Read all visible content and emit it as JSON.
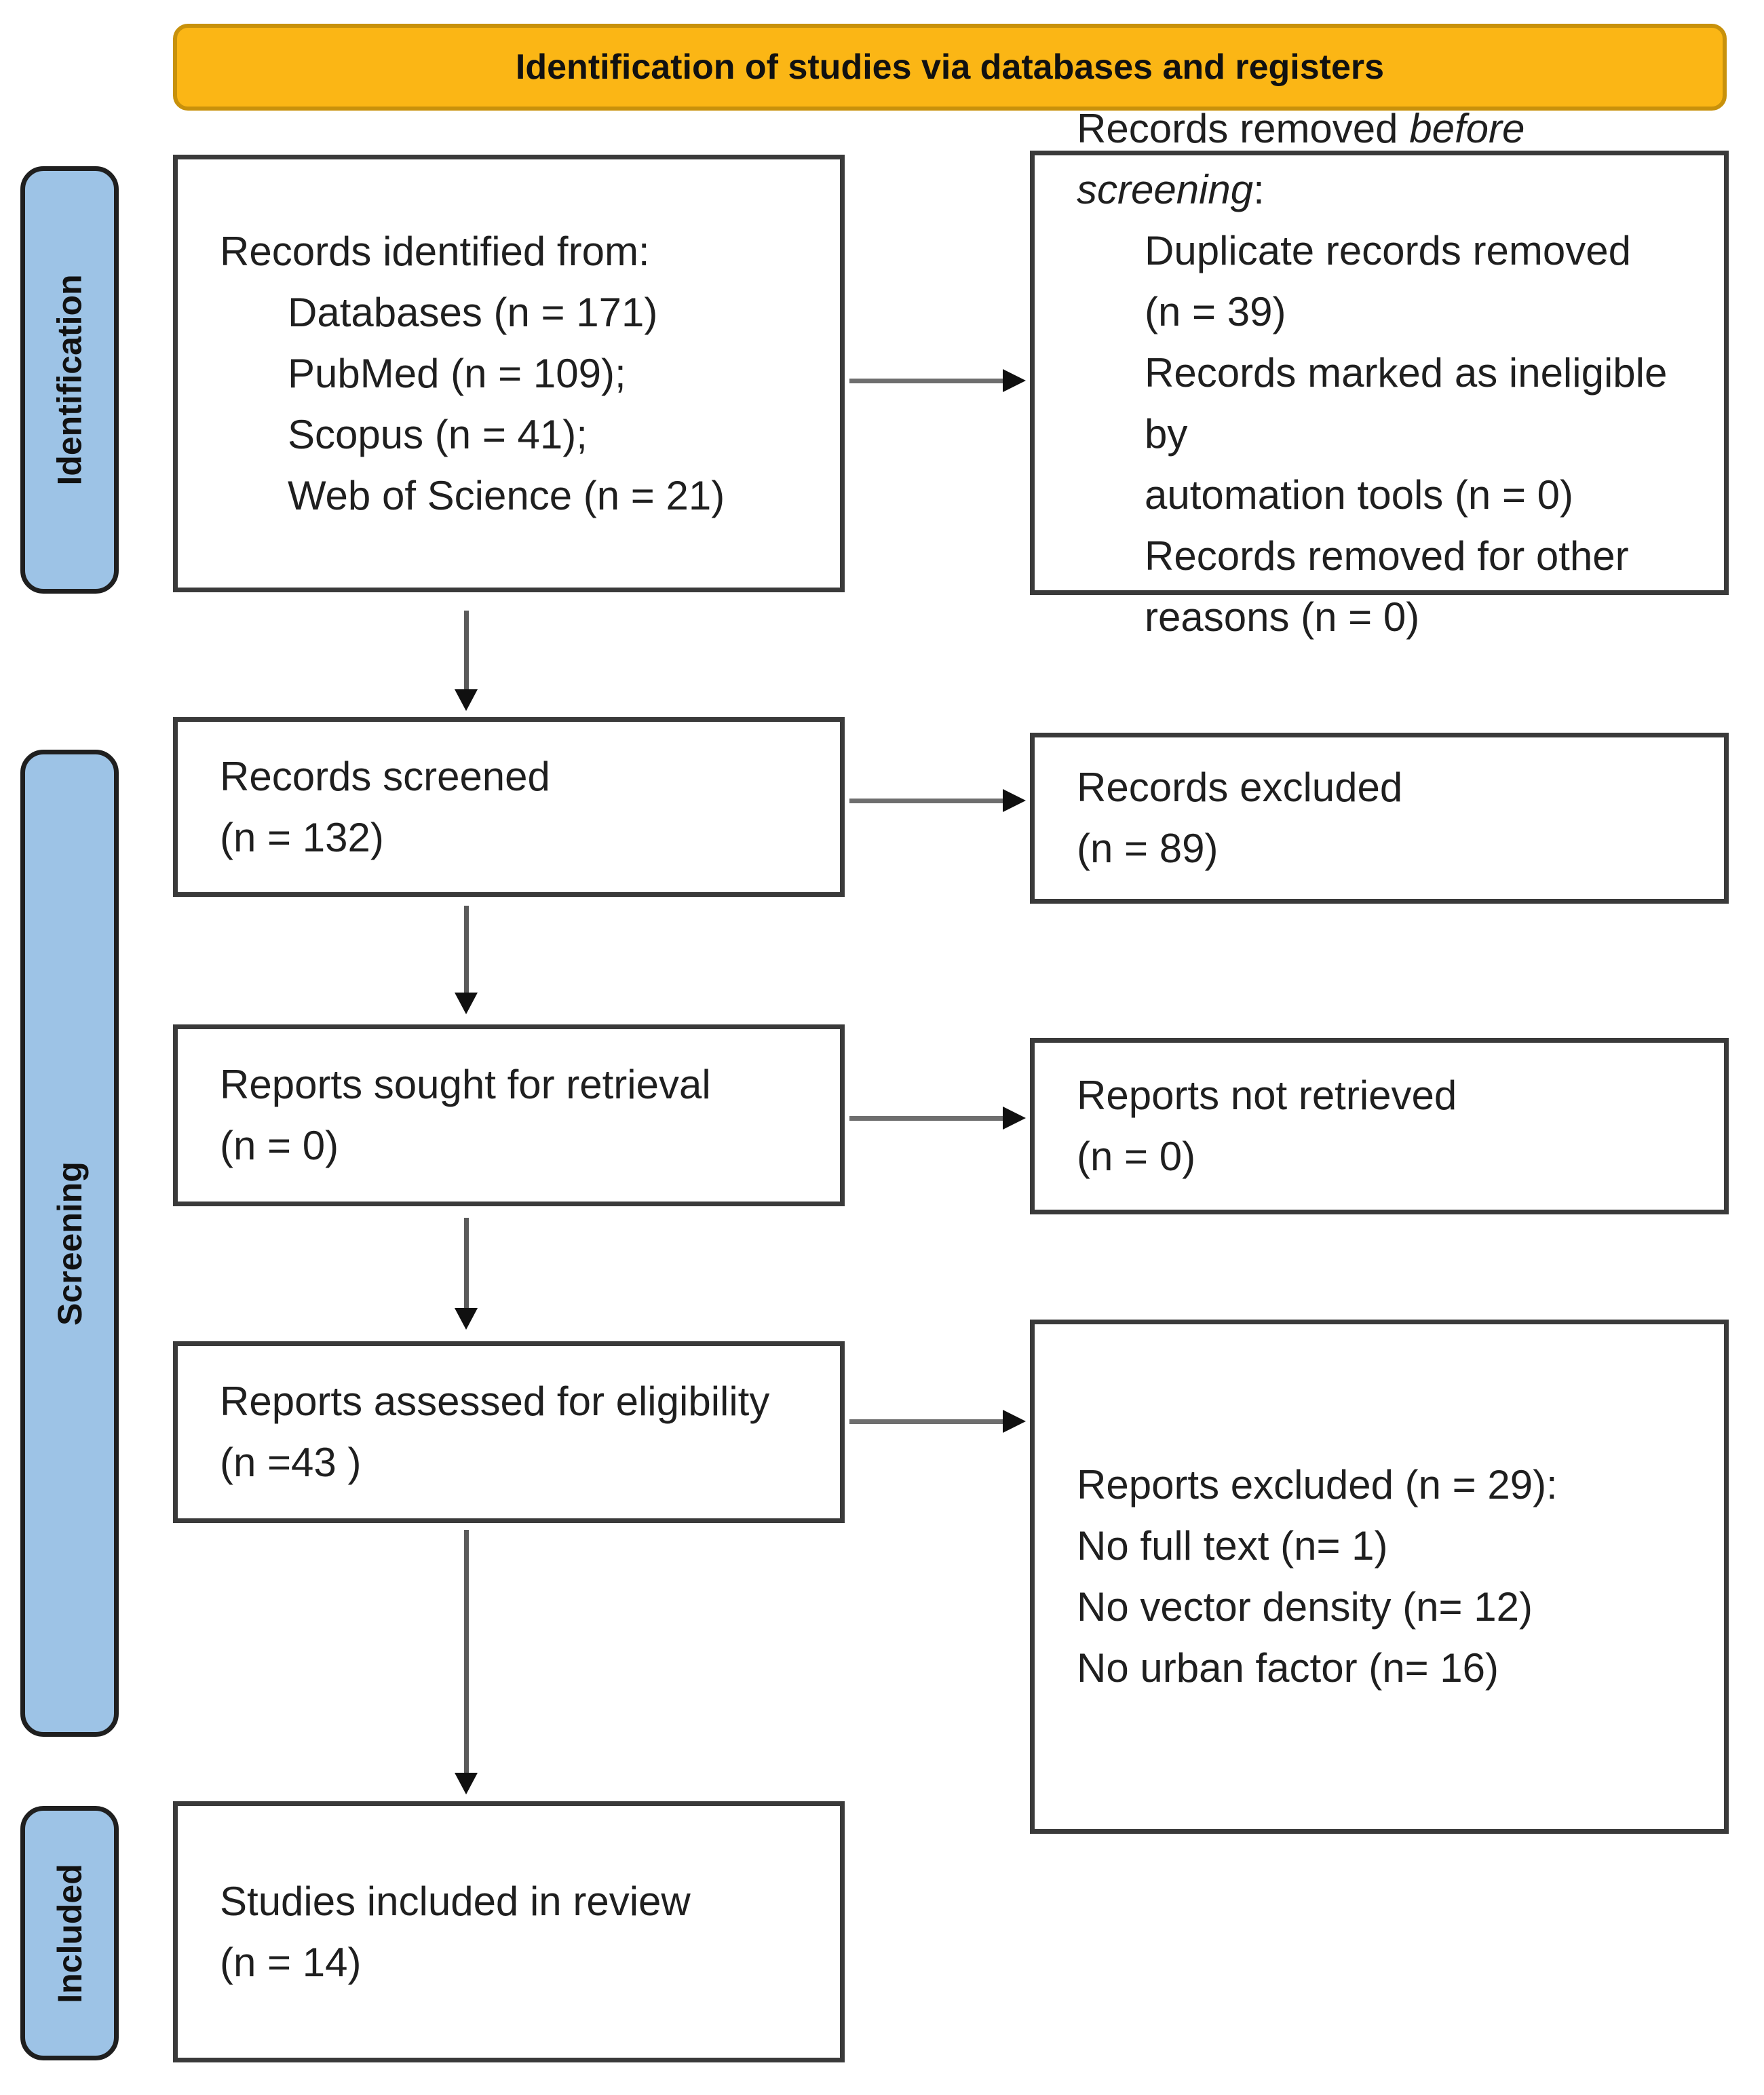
{
  "header": {
    "title": "Identification of studies via databases and registers"
  },
  "colors": {
    "header_fill": "#FBB615",
    "header_border": "#C8910B",
    "stage_fill": "#9DC3E6",
    "box_border": "#3a3a3a",
    "arrow_shaft": "#6e6e6e",
    "arrow_head": "#101010",
    "text": "#1f1f1f"
  },
  "stages": {
    "identification": "Identification",
    "screening": "Screening",
    "included": "Included"
  },
  "boxes": {
    "records_identified": {
      "lines": [
        {
          "text": "Records identified from:"
        },
        {
          "text": "Databases (n = 171)"
        },
        {
          "text": "PubMed (n = 109);"
        },
        {
          "text": "Scopus (n = 41);"
        },
        {
          "text": "Web of Science (n = 21)"
        }
      ]
    },
    "records_removed": {
      "title_prefix": "Records removed ",
      "title_italic": "before screening",
      "title_suffix": ":",
      "lines": [
        {
          "text": "Duplicate records removed"
        },
        {
          "text": "(n = 39)"
        },
        {
          "text": "Records marked as ineligible by"
        },
        {
          "text": "automation tools (n = 0)"
        },
        {
          "text": "Records removed for other"
        },
        {
          "text": "reasons (n = 0)"
        }
      ]
    },
    "records_screened": {
      "lines": [
        {
          "text": "Records screened"
        },
        {
          "text": "(n = 132)"
        }
      ]
    },
    "records_excluded": {
      "lines": [
        {
          "text": "Records excluded"
        },
        {
          "text": "(n = 89)"
        }
      ]
    },
    "reports_sought": {
      "lines": [
        {
          "text": "Reports sought for retrieval"
        },
        {
          "text": "(n = 0)"
        }
      ]
    },
    "reports_not_retrieved": {
      "lines": [
        {
          "text": "Reports not retrieved"
        },
        {
          "text": "(n = 0)"
        }
      ]
    },
    "reports_assessed": {
      "lines": [
        {
          "text": "Reports assessed for eligibility"
        },
        {
          "text": "(n =43 )"
        }
      ]
    },
    "reports_excluded": {
      "lines": [
        {
          "text": "Reports excluded (n = 29):"
        },
        {
          "text": "No full text (n= 1)"
        },
        {
          "text": "No vector density (n= 12)"
        },
        {
          "text": "No urban factor (n= 16)"
        }
      ]
    },
    "studies_included": {
      "lines": [
        {
          "text": "Studies included in review"
        },
        {
          "text": "(n = 14)"
        }
      ]
    }
  }
}
